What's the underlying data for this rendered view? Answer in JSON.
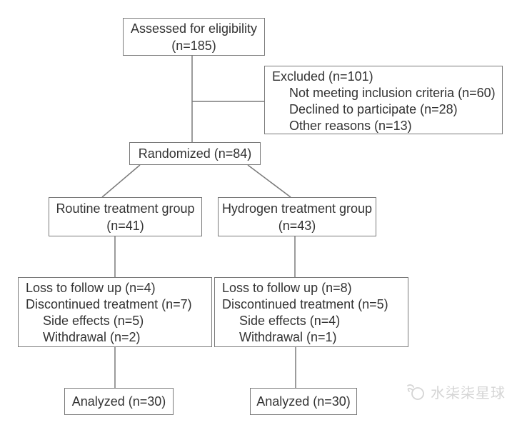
{
  "colors": {
    "background": "#ffffff",
    "box_border": "#7a7a7a",
    "connector_line": "#7a7a7a",
    "text": "#333333",
    "watermark": "#d5d5d5"
  },
  "flowchart": {
    "assessed": {
      "lines": [
        "Assessed for eligibility",
        "(n=185)"
      ]
    },
    "excluded": {
      "lines": [
        "Excluded (n=101)",
        "Not meeting inclusion criteria (n=60)",
        "Declined to participate (n=28)",
        "Other reasons (n=13)"
      ]
    },
    "randomized": {
      "label": "Randomized (n=84)"
    },
    "routine_group": {
      "lines": [
        "Routine treatment group",
        "(n=41)"
      ]
    },
    "hydrogen_group": {
      "lines": [
        "Hydrogen treatment group",
        "(n=43)"
      ]
    },
    "routine_loss": {
      "lines": [
        "Loss to follow up (n=4)",
        "Discontinued treatment (n=7)",
        "Side effects (n=5)",
        "Withdrawal (n=2)"
      ]
    },
    "hydrogen_loss": {
      "lines": [
        "Loss to follow up (n=8)",
        "Discontinued treatment (n=5)",
        "Side effects (n=4)",
        "Withdrawal (n=1)"
      ]
    },
    "routine_analyzed": {
      "label": "Analyzed (n=30)"
    },
    "hydrogen_analyzed": {
      "label": "Analyzed (n=30)"
    }
  },
  "watermark": {
    "text": "水柒柒星球"
  }
}
